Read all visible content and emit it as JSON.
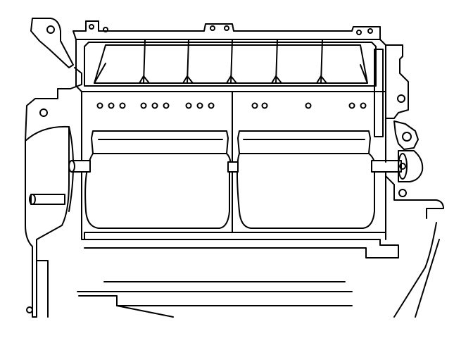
{
  "diagram": {
    "style": {
      "line_color": "#000000",
      "background": "#ffffff"
    },
    "components": [
      "top-vent-grille",
      "center-divider",
      "left-flap-door",
      "right-flap-door",
      "left-pivot-shaft",
      "right-pivot-actuator",
      "left-side-housing",
      "right-side-bracket",
      "lower-housing"
    ]
  }
}
